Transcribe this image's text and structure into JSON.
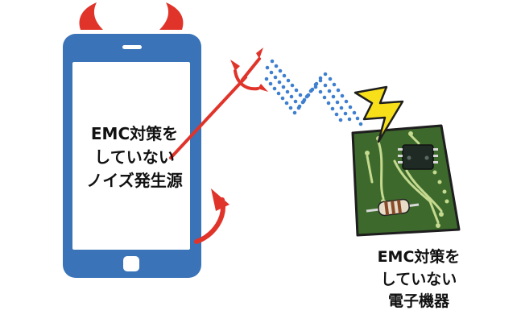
{
  "phone_label_lines": [
    "EMC対策を",
    "していない",
    "ノイズ発生源"
  ],
  "device_label_lines": [
    "EMC対策を",
    "していない",
    "電子機器"
  ],
  "icons": {
    "phone": "smartphone-icon",
    "horns": "devil-horns-icon",
    "tail": "devil-tail-icon",
    "trident": "trident-icon",
    "waves": "noise-wave-icon",
    "lightning": "lightning-bolt-icon",
    "board": "circuit-board-icon"
  },
  "colors": {
    "phone_blue": "#3a73b8",
    "devil_red": "#e0342a",
    "wave_blue": "#3f7fcf",
    "board_green": "#3d6a2c",
    "bolt_yellow": "#f7e01a"
  }
}
